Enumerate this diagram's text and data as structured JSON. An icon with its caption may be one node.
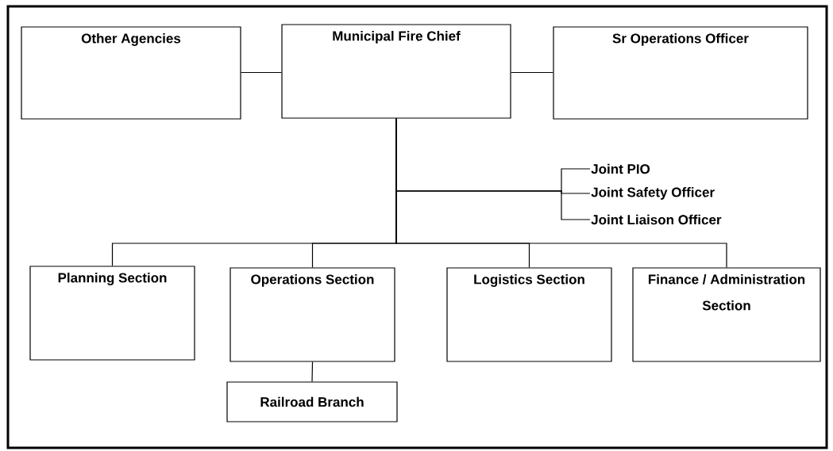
{
  "diagram": {
    "nodes": [
      {
        "text": [
          "Other Agencies"
        ]
      },
      {
        "text": [
          "Municipal Fire Chief"
        ]
      },
      {
        "text": [
          "Sr Operations Officer"
        ]
      },
      {
        "text": [
          "Joint PIO"
        ]
      },
      {
        "text": [
          "Joint Safety Officer"
        ]
      },
      {
        "text": [
          "Joint Liaison Officer"
        ]
      },
      {
        "text": [
          "Planning Section"
        ]
      },
      {
        "text": [
          "Operations Section"
        ]
      },
      {
        "text": [
          "Logistics Section"
        ]
      },
      {
        "text": [
          "Finance / Administration Section"
        ]
      },
      {
        "text": [
          "Railroad Branch"
        ]
      }
    ],
    "edges": [
      {
        "from": 0,
        "to": 1,
        "arrow": "none"
      },
      {
        "from": 1,
        "to": 2,
        "arrow": "none"
      },
      {
        "from": 1,
        "to": 3,
        "arrow": "none"
      },
      {
        "from": 1,
        "to": 4,
        "arrow": "none"
      },
      {
        "from": 1,
        "to": 5,
        "arrow": "none"
      },
      {
        "from": 1,
        "to": 6,
        "arrow": "none"
      },
      {
        "from": 1,
        "to": 7,
        "arrow": "none"
      },
      {
        "from": 1,
        "to": 8,
        "arrow": "none"
      },
      {
        "from": 1,
        "to": 9,
        "arrow": "none"
      },
      {
        "from": 7,
        "to": 10,
        "arrow": "none"
      }
    ]
  }
}
